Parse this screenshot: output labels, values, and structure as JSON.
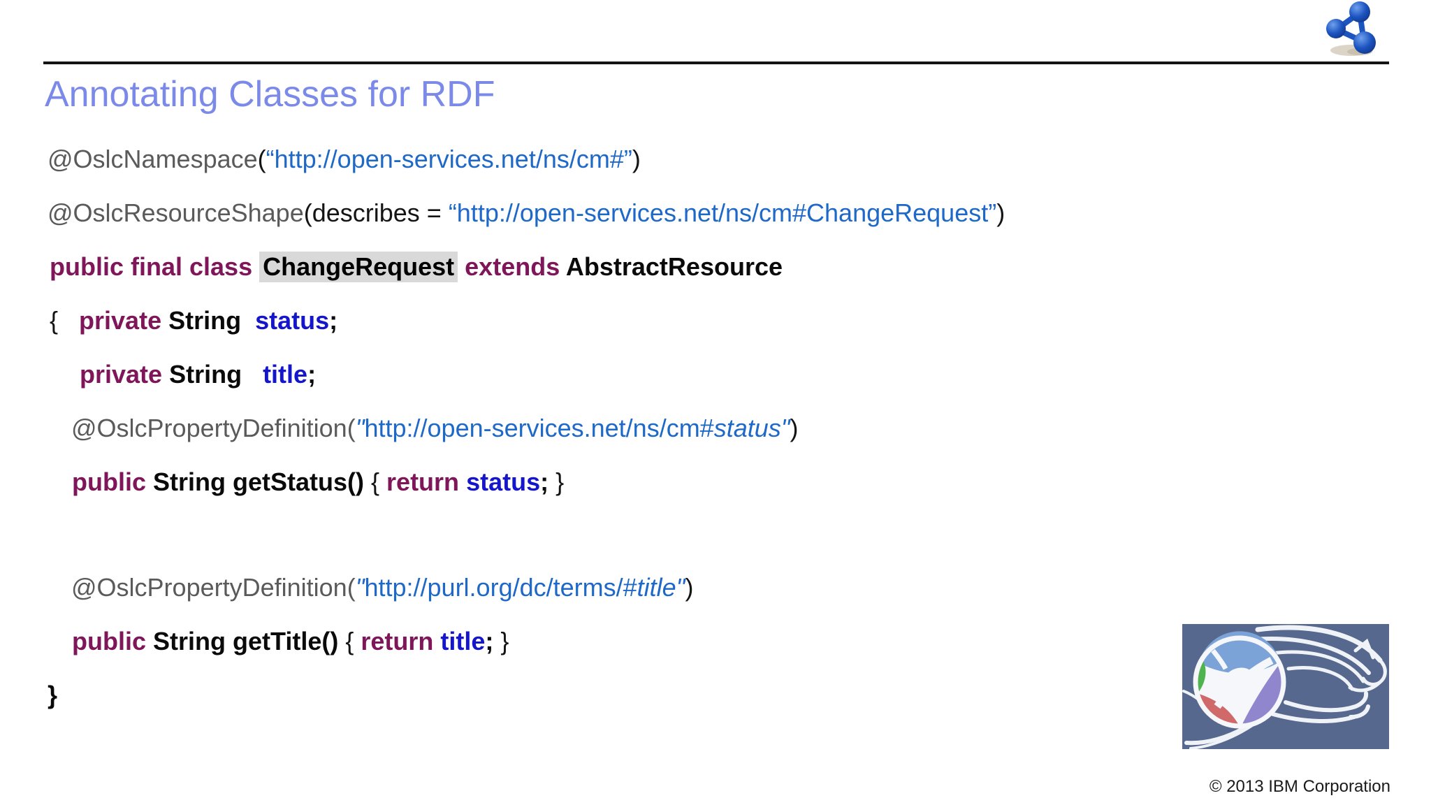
{
  "slide": {
    "title": "Annotating Classes for RDF",
    "copyright": "© 2013 IBM Corporation"
  },
  "branding": {
    "top_right_logo": "blue-molecule-logo",
    "bottom_right_logo": "jazz-lion-logo",
    "colors": {
      "title_accent": "#7B8AE8",
      "annotation_gray": "#5A5A5A",
      "url_blue": "#1E68C8",
      "keyword_purple": "#7E1659",
      "variable_blue": "#1515CC",
      "highlight_gray": "#D9D9D9",
      "rule_black": "#141414",
      "logo_background_slate": "#56688D",
      "molecule_blue": "#1C54C0"
    }
  },
  "code": {
    "language": "java",
    "lines": [
      {
        "indent": 0,
        "gap_before": false,
        "segments": [
          {
            "t": "@OslcNamespace",
            "s": "annotation"
          },
          {
            "t": "(",
            "s": "plain"
          },
          {
            "t": "“http://open-services.net/ns/cm#”",
            "s": "url"
          },
          {
            "t": ")",
            "s": "plain"
          }
        ]
      },
      {
        "indent": 0,
        "gap_before": false,
        "segments": [
          {
            "t": "@OslcResourceShape",
            "s": "annotation"
          },
          {
            "t": "(describes = ",
            "s": "plain"
          },
          {
            "t": "“http://open-services.net/ns/cm#ChangeRequest”",
            "s": "url"
          },
          {
            "t": ")",
            "s": "plain"
          }
        ]
      },
      {
        "indent": 3,
        "gap_before": false,
        "segments": [
          {
            "t": "public final class ",
            "s": "keyword"
          },
          {
            "t": "ChangeRequest",
            "s": "highlight"
          },
          {
            "t": " ",
            "s": "bold"
          },
          {
            "t": "extends",
            "s": "keyword"
          },
          {
            "t": " AbstractResource",
            "s": "bold"
          }
        ]
      },
      {
        "indent": 3,
        "gap_before": false,
        "segments": [
          {
            "t": "{   ",
            "s": "brace"
          },
          {
            "t": "private",
            "s": "keyword"
          },
          {
            "t": " String  ",
            "s": "bold"
          },
          {
            "t": "status",
            "s": "variable"
          },
          {
            "t": ";",
            "s": "bold"
          }
        ]
      },
      {
        "indent": 46,
        "gap_before": false,
        "segments": [
          {
            "t": "private",
            "s": "keyword"
          },
          {
            "t": " String   ",
            "s": "bold"
          },
          {
            "t": "title",
            "s": "variable"
          },
          {
            "t": ";",
            "s": "bold"
          }
        ]
      },
      {
        "indent": 34,
        "gap_before": false,
        "segments": [
          {
            "t": "@OslcPropertyDefinition",
            "s": "annotation"
          },
          {
            "t": "(",
            "s": "annotation"
          },
          {
            "t": "\"",
            "s": "url-italic"
          },
          {
            "t": "http://open-services.net/ns/cm#",
            "s": "url"
          },
          {
            "t": "status\"",
            "s": "url-italic"
          },
          {
            "t": ")",
            "s": "plain"
          }
        ]
      },
      {
        "indent": 35,
        "gap_before": false,
        "segments": [
          {
            "t": "public",
            "s": "keyword"
          },
          {
            "t": " String getStatus()",
            "s": "bold"
          },
          {
            "t": " { ",
            "s": "brace"
          },
          {
            "t": "return",
            "s": "keyword"
          },
          {
            "t": " ",
            "s": "bold"
          },
          {
            "t": "status",
            "s": "variable"
          },
          {
            "t": "; ",
            "s": "bold"
          },
          {
            "t": "}",
            "s": "brace"
          }
        ]
      },
      {
        "indent": 34,
        "gap_before": true,
        "segments": [
          {
            "t": "@OslcPropertyDefinition",
            "s": "annotation"
          },
          {
            "t": "(",
            "s": "annotation"
          },
          {
            "t": "\"",
            "s": "url-italic"
          },
          {
            "t": "http://purl.org/dc/terms/#",
            "s": "url"
          },
          {
            "t": "title\"",
            "s": "url-italic"
          },
          {
            "t": ")",
            "s": "plain"
          }
        ]
      },
      {
        "indent": 35,
        "gap_before": false,
        "segments": [
          {
            "t": "public",
            "s": "keyword"
          },
          {
            "t": " String getTitle()",
            "s": "bold"
          },
          {
            "t": " { ",
            "s": "brace"
          },
          {
            "t": "return",
            "s": "keyword"
          },
          {
            "t": " ",
            "s": "bold"
          },
          {
            "t": "title",
            "s": "variable"
          },
          {
            "t": "; ",
            "s": "bold"
          },
          {
            "t": "}",
            "s": "brace"
          }
        ]
      },
      {
        "indent": 0,
        "gap_before": false,
        "segments": [
          {
            "t": "}",
            "s": "close"
          }
        ]
      }
    ]
  }
}
